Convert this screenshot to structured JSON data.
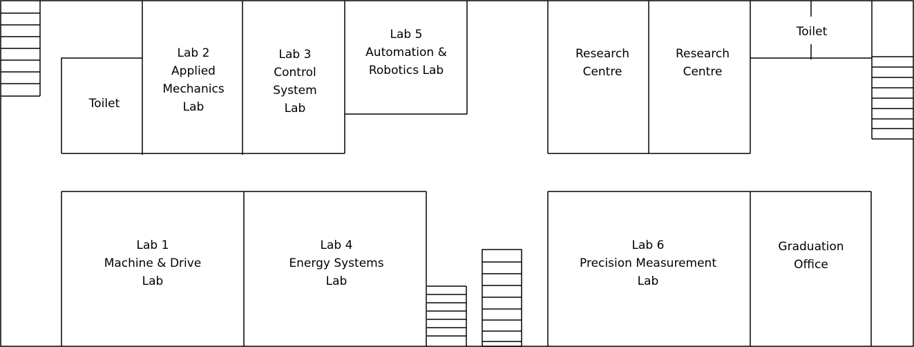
{
  "rooms": {
    "toilet_left": {
      "lines": [
        "Toilet"
      ]
    },
    "lab2": {
      "lines": [
        "Lab 2",
        "Applied",
        "Mechanics",
        "Lab"
      ]
    },
    "lab3": {
      "lines": [
        "Lab 3",
        "Control",
        "System",
        "Lab"
      ]
    },
    "lab5": {
      "lines": [
        "Lab 5",
        "Automation &",
        "Robotics Lab"
      ]
    },
    "research_1": {
      "lines": [
        "Research",
        "Centre"
      ]
    },
    "research_2": {
      "lines": [
        "Research",
        "Centre"
      ]
    },
    "toilet_right": {
      "lines": [
        "Toilet"
      ]
    },
    "lab1": {
      "lines": [
        "Lab 1",
        "Machine & Drive",
        "Lab"
      ]
    },
    "lab4": {
      "lines": [
        "Lab 4",
        "Energy Systems",
        "Lab"
      ]
    },
    "lab6": {
      "lines": [
        "Lab 6",
        "Precision Measurement",
        "Lab"
      ]
    },
    "graduation": {
      "lines": [
        "Graduation",
        "Office"
      ]
    }
  },
  "colors": {
    "line": "#000000",
    "background": "#ffffff"
  }
}
